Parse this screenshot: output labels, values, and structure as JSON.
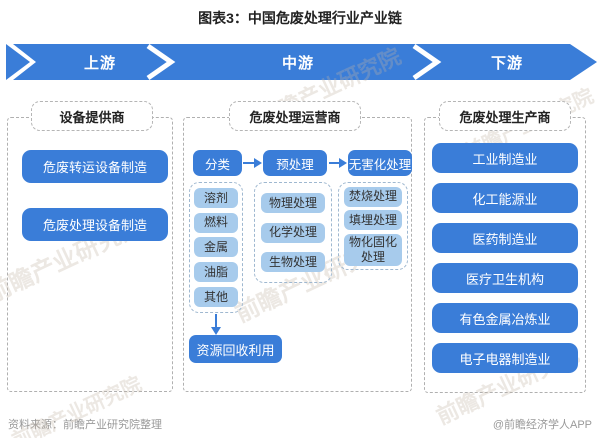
{
  "title": "图表3：中国危废处理行业产业链",
  "banner": {
    "segments": [
      {
        "label": "上游"
      },
      {
        "label": "中游"
      },
      {
        "label": "下游"
      }
    ]
  },
  "upstream": {
    "header": "设备提供商",
    "items": [
      "危废转运设备制造",
      "危废处理设备制造"
    ]
  },
  "midstream": {
    "header": "危废处理运营商",
    "stages": [
      {
        "label": "分类",
        "items": [
          "溶剂",
          "燃料",
          "金属",
          "油脂",
          "其他"
        ]
      },
      {
        "label": "预处理",
        "items": [
          "物理处理",
          "化学处理",
          "生物处理"
        ]
      },
      {
        "label": "无害化处理",
        "items": [
          "焚烧处理",
          "填埋处理",
          "物化固化处理"
        ]
      }
    ],
    "recycle": "资源回收利用"
  },
  "downstream": {
    "header": "危废处理生产商",
    "items": [
      "工业制造业",
      "化工能源业",
      "医药制造业",
      "医疗卫生机构",
      "有色金属冶炼业",
      "电子电器制造业"
    ]
  },
  "footer": {
    "source": "资料来源：前瞻产业研究院整理",
    "credit": "@前瞻经济学人APP"
  },
  "watermark": {
    "text": "前瞻产业研究院"
  },
  "colors": {
    "primary_blue": "#3a7dd8",
    "light_blue": "#a7cbec",
    "dash_gray": "#b0b0b0",
    "sub_dash": "#9fb8d0",
    "text_dark": "#333333",
    "footer_gray": "#999999",
    "watermark": "#c3b4a4"
  }
}
